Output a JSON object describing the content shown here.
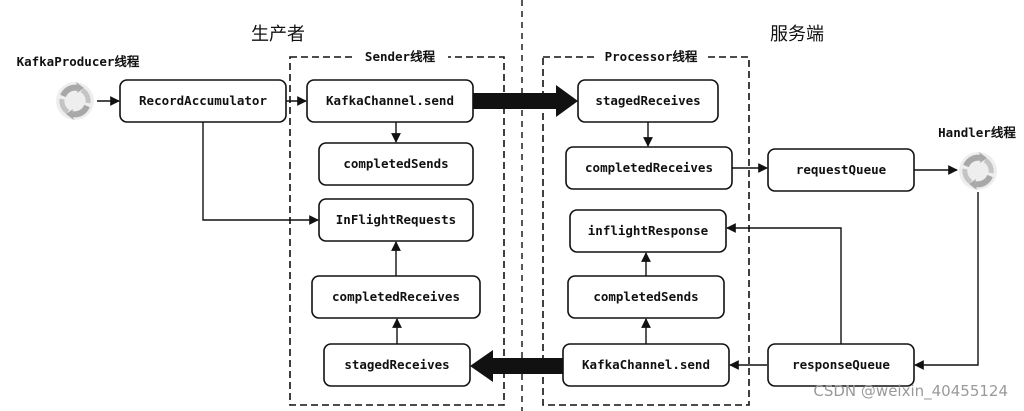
{
  "sections": {
    "producer": "生产者",
    "server": "服务端"
  },
  "frames": {
    "sender": "Sender线程",
    "processor": "Processor线程"
  },
  "threads": {
    "producer": "KafkaProducer线程",
    "handler": "Handler线程"
  },
  "nodes": {
    "record_accumulator": "RecordAccumulator",
    "sender_channel_send": "KafkaChannel.send",
    "sender_completed_sends": "completedSends",
    "sender_inflight_requests": "InFlightRequests",
    "sender_completed_receives": "completedReceives",
    "sender_staged_receives": "stagedReceives",
    "proc_staged_receives": "stagedReceives",
    "proc_completed_receives": "completedReceives",
    "proc_inflight_response": "inflightResponse",
    "proc_completed_sends": "completedSends",
    "proc_channel_send": "KafkaChannel.send",
    "request_queue": "requestQueue",
    "response_queue": "responseQueue"
  },
  "watermark": "CSDN @weixin_40455124",
  "colors": {
    "line": "#111111",
    "cycle_icon": "#a8a8a8",
    "watermark": "#9a9a9a"
  }
}
